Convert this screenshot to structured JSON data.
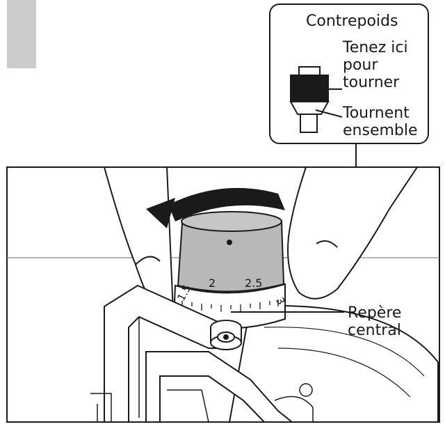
{
  "callout": {
    "title": "Contrepoids",
    "hold_label": "Tenez ici\npour\ntourner",
    "together_label": "Tournent\nensemble"
  },
  "dial": {
    "scale_labels": [
      "1.5",
      "2",
      "2.5",
      "3"
    ],
    "center_mark_label": "Repère\ncentral"
  },
  "colors": {
    "line": "#1a1a1a",
    "counterweight_fill": "#b8b8b8",
    "corner_tab": "#cccccc",
    "knob_dark": "#1a1a1a"
  }
}
